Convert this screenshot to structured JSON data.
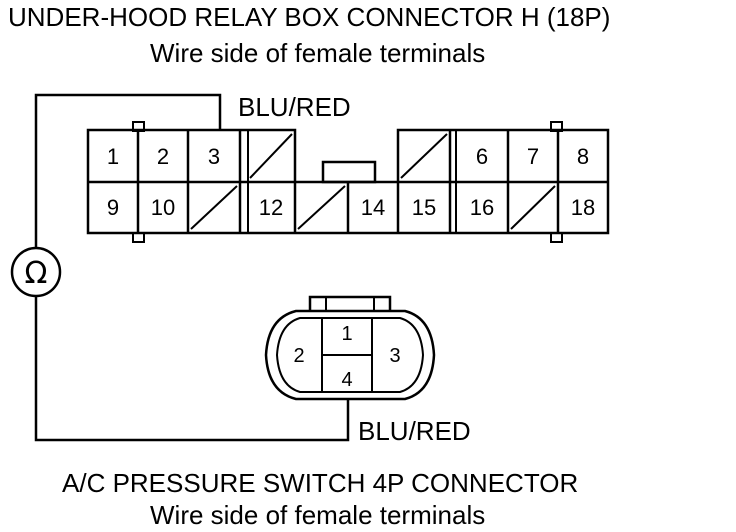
{
  "relay_connector": {
    "title": "UNDER-HOOD RELAY BOX CONNECTOR H (18P)",
    "subtitle": "Wire side of female terminals",
    "wire_label": "BLU/RED",
    "terminals_top": [
      "1",
      "2",
      "3",
      "6",
      "7",
      "8"
    ],
    "terminals_bottom": [
      "9",
      "10",
      "12",
      "14",
      "15",
      "16",
      "18"
    ]
  },
  "meter": {
    "symbol": "Ω",
    "icon": "ohmmeter-icon"
  },
  "switch_connector": {
    "wire_label": "BLU/RED",
    "title": "A/C PRESSURE SWITCH 4P CONNECTOR",
    "subtitle": "Wire side of female terminals",
    "terminals": [
      "1",
      "2",
      "3",
      "4"
    ]
  }
}
